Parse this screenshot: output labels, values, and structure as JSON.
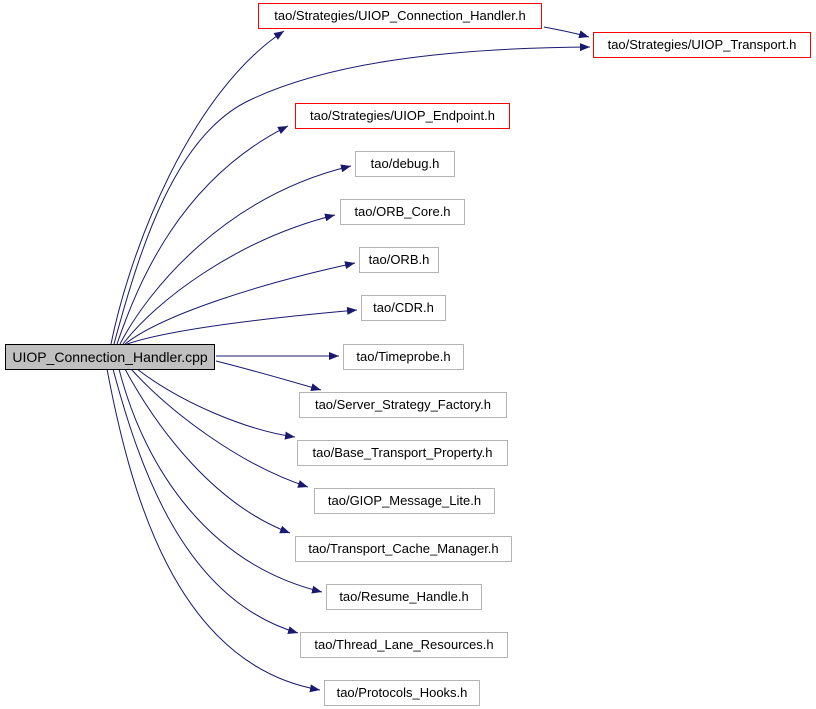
{
  "colors": {
    "background": "#ffffff",
    "edge": "#191970",
    "highlighted_border": "#ff0000",
    "default_border": "#b4b4b4",
    "node_fill": "#ffffff",
    "main_node_fill": "#c0c0c0",
    "main_node_border": "#000000",
    "text": "#000000"
  },
  "graph": {
    "type": "include-dependency-graph",
    "main_node": {
      "label": "UIOP_Connection_Handler.cpp"
    },
    "nodes": [
      {
        "id": "uiop-connection-handler-h",
        "label": "tao/Strategies/UIOP_Connection_Handler.h",
        "highlighted": true
      },
      {
        "id": "uiop-transport-h",
        "label": "tao/Strategies/UIOP_Transport.h",
        "highlighted": true
      },
      {
        "id": "uiop-endpoint-h",
        "label": "tao/Strategies/UIOP_Endpoint.h",
        "highlighted": true
      },
      {
        "id": "debug-h",
        "label": "tao/debug.h",
        "highlighted": false
      },
      {
        "id": "orb-core-h",
        "label": "tao/ORB_Core.h",
        "highlighted": false
      },
      {
        "id": "orb-h",
        "label": "tao/ORB.h",
        "highlighted": false
      },
      {
        "id": "cdr-h",
        "label": "tao/CDR.h",
        "highlighted": false
      },
      {
        "id": "timeprobe-h",
        "label": "tao/Timeprobe.h",
        "highlighted": false
      },
      {
        "id": "server-strategy-factory-h",
        "label": "tao/Server_Strategy_Factory.h",
        "highlighted": false
      },
      {
        "id": "base-transport-property-h",
        "label": "tao/Base_Transport_Property.h",
        "highlighted": false
      },
      {
        "id": "giop-message-lite-h",
        "label": "tao/GIOP_Message_Lite.h",
        "highlighted": false
      },
      {
        "id": "transport-cache-manager-h",
        "label": "tao/Transport_Cache_Manager.h",
        "highlighted": false
      },
      {
        "id": "resume-handle-h",
        "label": "tao/Resume_Handle.h",
        "highlighted": false
      },
      {
        "id": "thread-lane-resources-h",
        "label": "tao/Thread_Lane_Resources.h",
        "highlighted": false
      },
      {
        "id": "protocols-hooks-h",
        "label": "tao/Protocols_Hooks.h",
        "highlighted": false
      }
    ],
    "edges": [
      {
        "from": "UIOP_Connection_Handler.cpp",
        "to": "tao/Strategies/UIOP_Connection_Handler.h"
      },
      {
        "from": "UIOP_Connection_Handler.cpp",
        "to": "tao/Strategies/UIOP_Transport.h"
      },
      {
        "from": "UIOP_Connection_Handler.cpp",
        "to": "tao/Strategies/UIOP_Endpoint.h"
      },
      {
        "from": "UIOP_Connection_Handler.cpp",
        "to": "tao/debug.h"
      },
      {
        "from": "UIOP_Connection_Handler.cpp",
        "to": "tao/ORB_Core.h"
      },
      {
        "from": "UIOP_Connection_Handler.cpp",
        "to": "tao/ORB.h"
      },
      {
        "from": "UIOP_Connection_Handler.cpp",
        "to": "tao/CDR.h"
      },
      {
        "from": "UIOP_Connection_Handler.cpp",
        "to": "tao/Timeprobe.h"
      },
      {
        "from": "UIOP_Connection_Handler.cpp",
        "to": "tao/Server_Strategy_Factory.h"
      },
      {
        "from": "UIOP_Connection_Handler.cpp",
        "to": "tao/Base_Transport_Property.h"
      },
      {
        "from": "UIOP_Connection_Handler.cpp",
        "to": "tao/GIOP_Message_Lite.h"
      },
      {
        "from": "UIOP_Connection_Handler.cpp",
        "to": "tao/Transport_Cache_Manager.h"
      },
      {
        "from": "UIOP_Connection_Handler.cpp",
        "to": "tao/Resume_Handle.h"
      },
      {
        "from": "UIOP_Connection_Handler.cpp",
        "to": "tao/Thread_Lane_Resources.h"
      },
      {
        "from": "UIOP_Connection_Handler.cpp",
        "to": "tao/Protocols_Hooks.h"
      },
      {
        "from": "tao/Strategies/UIOP_Connection_Handler.h",
        "to": "tao/Strategies/UIOP_Transport.h"
      }
    ]
  }
}
